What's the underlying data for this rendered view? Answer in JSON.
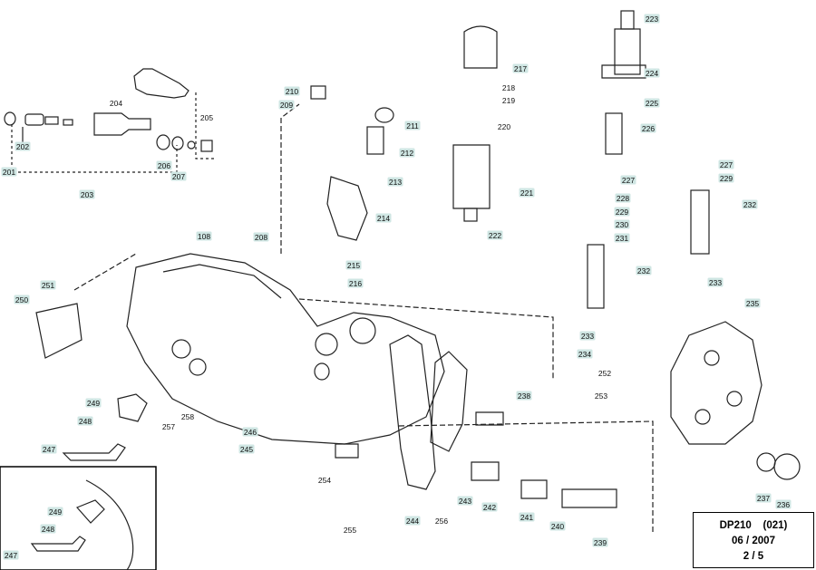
{
  "title_block": {
    "model_line": "DP210    (021)",
    "date": "06 / 2007",
    "sheet": "2 / 5"
  },
  "callouts": [
    {
      "id": "201",
      "chip": true
    },
    {
      "id": "202",
      "chip": true
    },
    {
      "id": "203",
      "chip": true
    },
    {
      "id": "204",
      "chip": false
    },
    {
      "id": "205",
      "chip": false
    },
    {
      "id": "206",
      "chip": true
    },
    {
      "id": "207",
      "chip": true
    },
    {
      "id": "208",
      "chip": true
    },
    {
      "id": "209",
      "chip": true
    },
    {
      "id": "210",
      "chip": true
    },
    {
      "id": "211",
      "chip": true
    },
    {
      "id": "212",
      "chip": true
    },
    {
      "id": "213",
      "chip": true
    },
    {
      "id": "214",
      "chip": true
    },
    {
      "id": "215",
      "chip": true
    },
    {
      "id": "216",
      "chip": true
    },
    {
      "id": "217",
      "chip": true
    },
    {
      "id": "218",
      "chip": false
    },
    {
      "id": "219",
      "chip": false
    },
    {
      "id": "220",
      "chip": false
    },
    {
      "id": "221",
      "chip": true
    },
    {
      "id": "222",
      "chip": true
    },
    {
      "id": "223",
      "chip": true
    },
    {
      "id": "224",
      "chip": true
    },
    {
      "id": "225",
      "chip": true
    },
    {
      "id": "226",
      "chip": true
    },
    {
      "id": "227",
      "chip": true
    },
    {
      "id": "228",
      "chip": true
    },
    {
      "id": "229",
      "chip": true
    },
    {
      "id": "230",
      "chip": true
    },
    {
      "id": "231",
      "chip": true
    },
    {
      "id": "232",
      "chip": true
    },
    {
      "id": "233",
      "chip": true
    },
    {
      "id": "234",
      "chip": true
    },
    {
      "id": "235",
      "chip": true
    },
    {
      "id": "236",
      "chip": true
    },
    {
      "id": "237",
      "chip": true
    },
    {
      "id": "238",
      "chip": true
    },
    {
      "id": "239",
      "chip": true
    },
    {
      "id": "240",
      "chip": true
    },
    {
      "id": "241",
      "chip": true
    },
    {
      "id": "242",
      "chip": true
    },
    {
      "id": "243",
      "chip": true
    },
    {
      "id": "244",
      "chip": true
    },
    {
      "id": "245",
      "chip": true
    },
    {
      "id": "246",
      "chip": true
    },
    {
      "id": "247",
      "chip": true
    },
    {
      "id": "248",
      "chip": true
    },
    {
      "id": "249",
      "chip": true
    },
    {
      "id": "250",
      "chip": true
    },
    {
      "id": "251",
      "chip": true
    },
    {
      "id": "252",
      "chip": false
    },
    {
      "id": "253",
      "chip": false
    },
    {
      "id": "254",
      "chip": false
    },
    {
      "id": "255",
      "chip": false
    },
    {
      "id": "256",
      "chip": false
    },
    {
      "id": "257",
      "chip": false
    },
    {
      "id": "258",
      "chip": false
    },
    {
      "id": "108",
      "chip": true
    }
  ],
  "inset_callouts": [
    {
      "id": "249",
      "chip": true
    },
    {
      "id": "248",
      "chip": true
    },
    {
      "id": "247",
      "chip": true
    }
  ]
}
